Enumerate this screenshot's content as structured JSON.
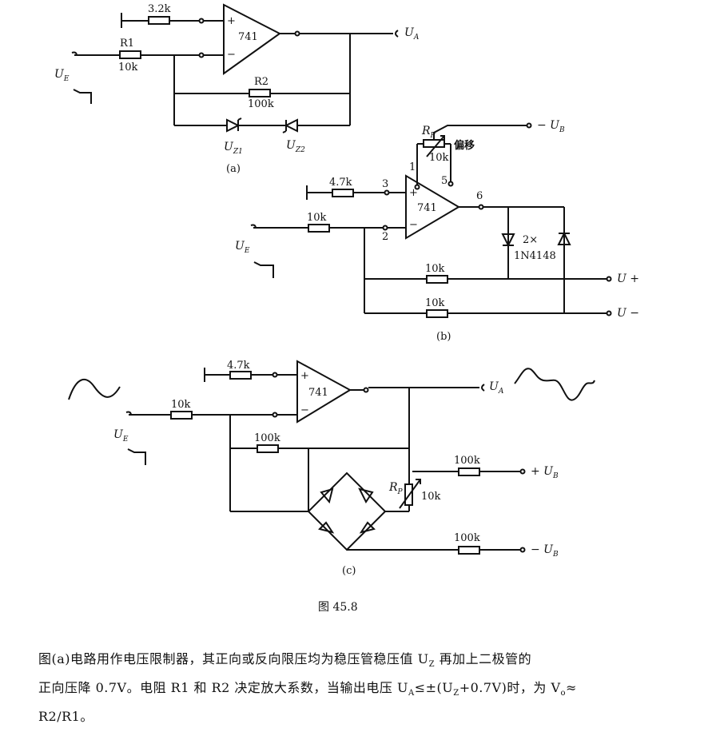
{
  "circuit_a": {
    "r_in_plus": "3.2k",
    "r1_name": "R1",
    "r1_value": "10k",
    "opamp": "741",
    "plus": "+",
    "minus": "−",
    "input": "U",
    "input_sub": "E",
    "output": "U",
    "output_sub": "A",
    "r2_name": "R2",
    "r2_value": "100k",
    "z1": "U",
    "z1_sub": "Z1",
    "z2": "U",
    "z2_sub": "Z2",
    "label": "(a)"
  },
  "circuit_b": {
    "rp": "R",
    "rp_sub": "P",
    "rp_value": "10k",
    "offset": "偏移",
    "ub": "− U",
    "ub_sub": "B",
    "pin1": "1",
    "pin5": "5",
    "pin3": "3",
    "pin2": "2",
    "pin6": "6",
    "r_plus": "4.7k",
    "r_in": "10k",
    "opamp": "741",
    "input": "U",
    "input_sub": "E",
    "diodes": "2×",
    "diode_part": "1N4148",
    "r_top": "10k",
    "r_bot": "10k",
    "u_plus": "U +",
    "u_minus": "U −",
    "label": "(b)"
  },
  "circuit_c": {
    "r_plus": "4.7k",
    "r_in": "10k",
    "opamp": "741",
    "input": "U",
    "input_sub": "E",
    "output": "U",
    "output_sub": "A",
    "r_fb": "100k",
    "rp": "R",
    "rp_sub": "P",
    "rp_value": "10k",
    "r_ub_plus": "100k",
    "r_ub_minus": "100k",
    "ub_plus": "+ U",
    "ub_plus_sub": "B",
    "ub_minus": "− U",
    "ub_minus_sub": "B",
    "label": "(c)"
  },
  "caption": "图 45.8",
  "paragraph": {
    "line1": "图(a)电路用作电压限制器，其正向或反向限压均为稳压管稳压值 U",
    "line1_sub": "Z",
    "line1_end": " 再加上二极管的",
    "line2": "正向压降 0.7V。电阻 R1 和 R2 决定放大系数，当输出电压 U",
    "line2_sub": "A",
    "line2_mid": "≤±(U",
    "line2_sub2": "Z",
    "line2_end": "+0.7V)时，为 V",
    "line2_sub3": "o",
    "line2_tail": "≈",
    "line3": "R2/R1。"
  }
}
